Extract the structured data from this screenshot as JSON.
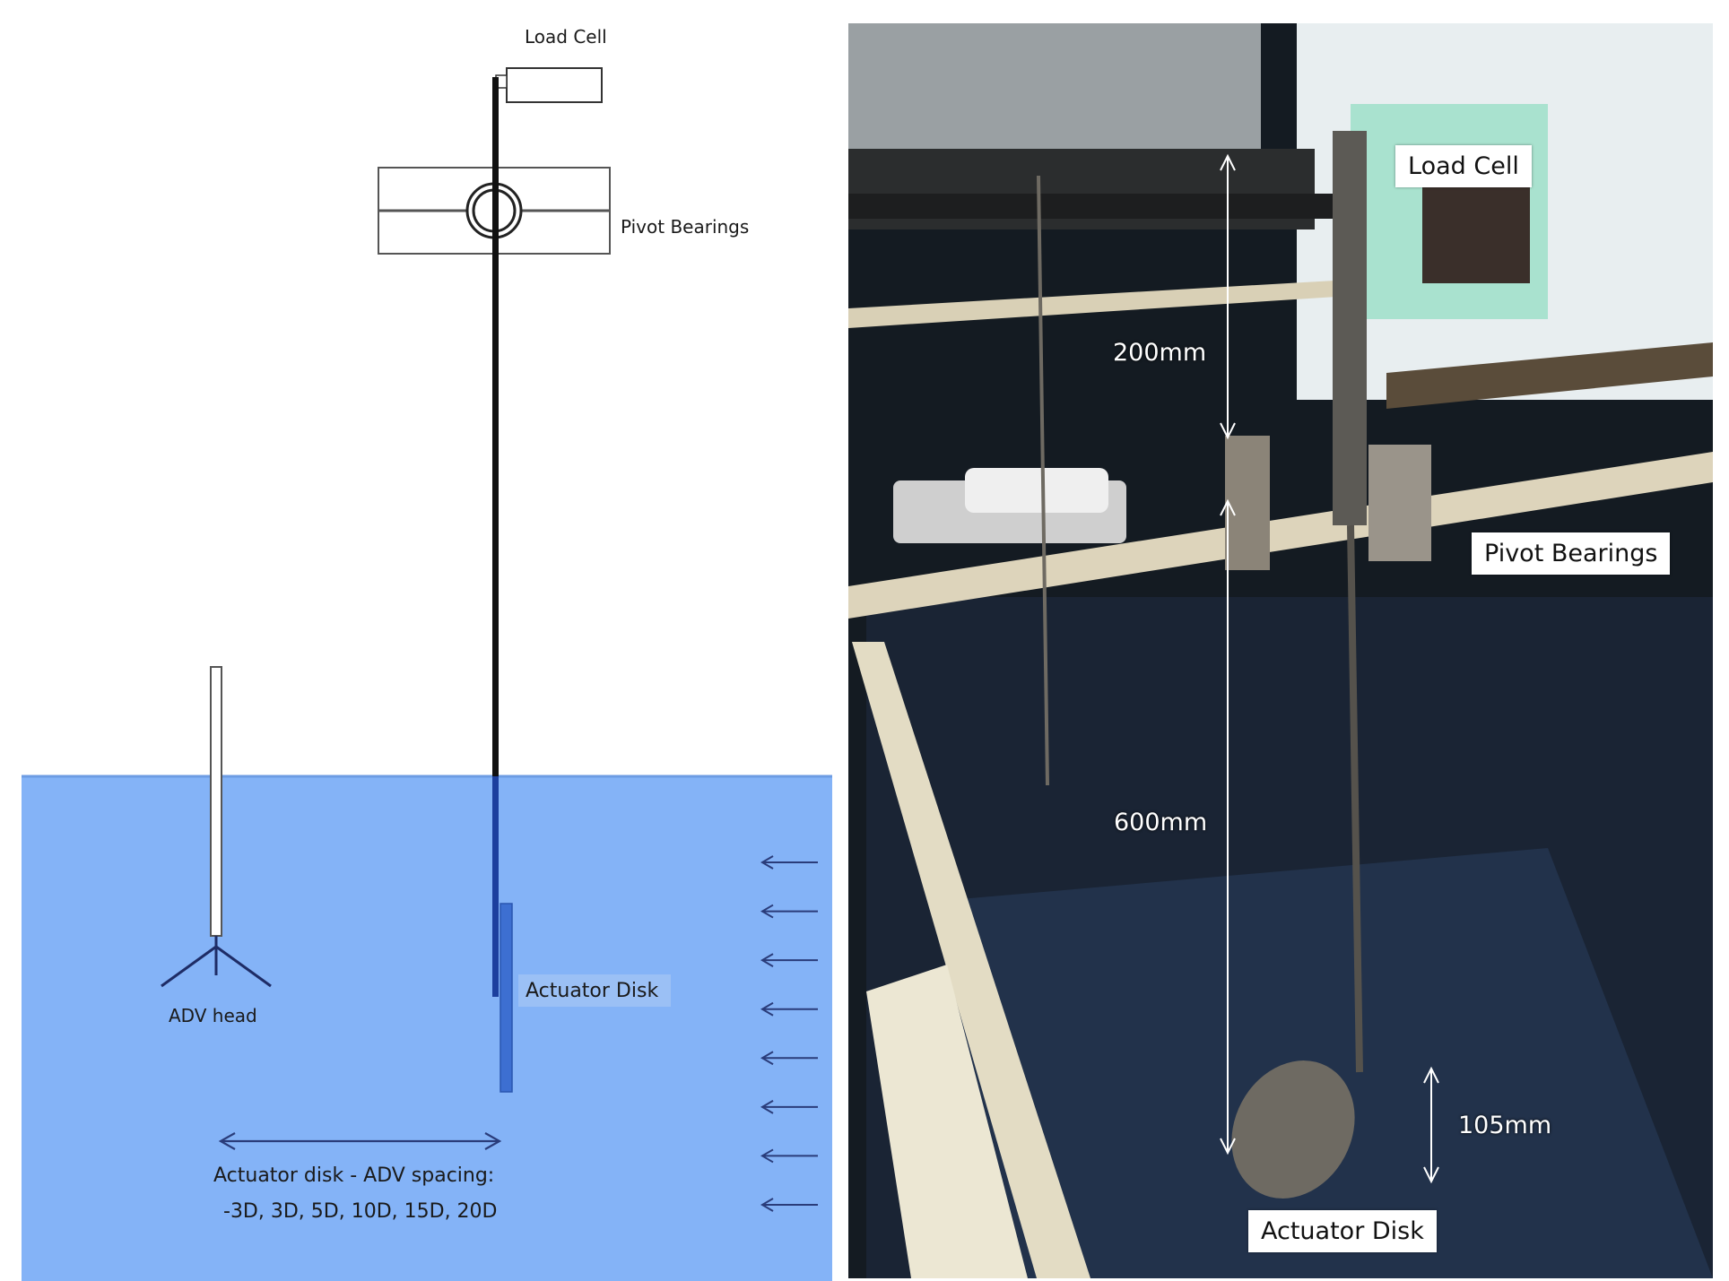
{
  "diagram": {
    "labels": {
      "load_cell": "Load Cell",
      "pivot_bearings": "Pivot Bearings",
      "adv_head": "ADV head",
      "actuator_disk": "Actuator Disk",
      "spacing_line1": "Actuator disk - ADV spacing:",
      "spacing_line2": "-3D, 3D, 5D, 10D, 15D, 20D"
    },
    "colors": {
      "water": "#84b3f7",
      "water_edge": "#6d9ce3",
      "rod": "#111111",
      "disk": "#3d6fd1",
      "arrow": "#2a3c7a"
    },
    "flow_arrow_count": 8
  },
  "photo": {
    "labels": {
      "load_cell": "Load Cell",
      "pivot_bearings": "Pivot Bearings",
      "actuator_disk": "Actuator Disk"
    },
    "dimensions": {
      "upper": "200mm",
      "lower": "600mm",
      "disk": "105mm"
    }
  }
}
